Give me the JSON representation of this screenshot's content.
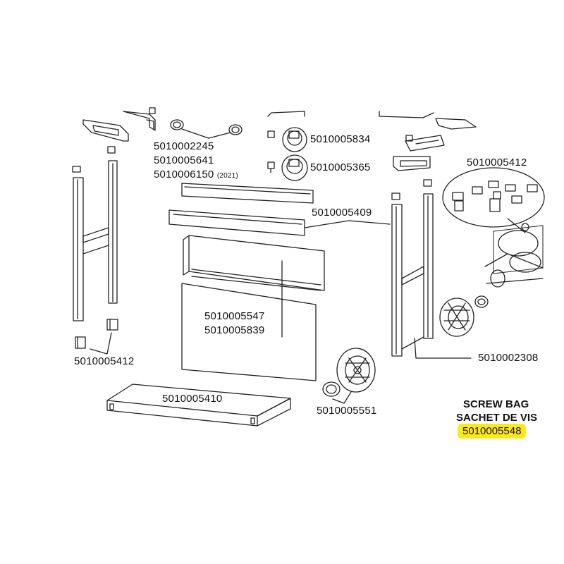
{
  "labels": {
    "p_2245": "5010002245",
    "p_5641": "5010005641",
    "p_6150": "5010006150",
    "p_6150_note": "(2021)",
    "p_5834": "5010005834",
    "p_5365": "5010005365",
    "p_5412_top": "5010005412",
    "p_5409": "5010005409",
    "p_5547": "5010005547",
    "p_5839": "5010005839",
    "p_5412_bottom": "5010005412",
    "p_2308": "5010002308",
    "p_5410": "5010005410",
    "p_5551": "5010005551"
  },
  "screw_bag": {
    "title_en": "SCREW BAG",
    "title_fr": "SACHET DE VIS",
    "code": "5010005548",
    "highlight_color": "#ffe81a"
  },
  "colors": {
    "line": "#222222",
    "background": "#ffffff"
  }
}
